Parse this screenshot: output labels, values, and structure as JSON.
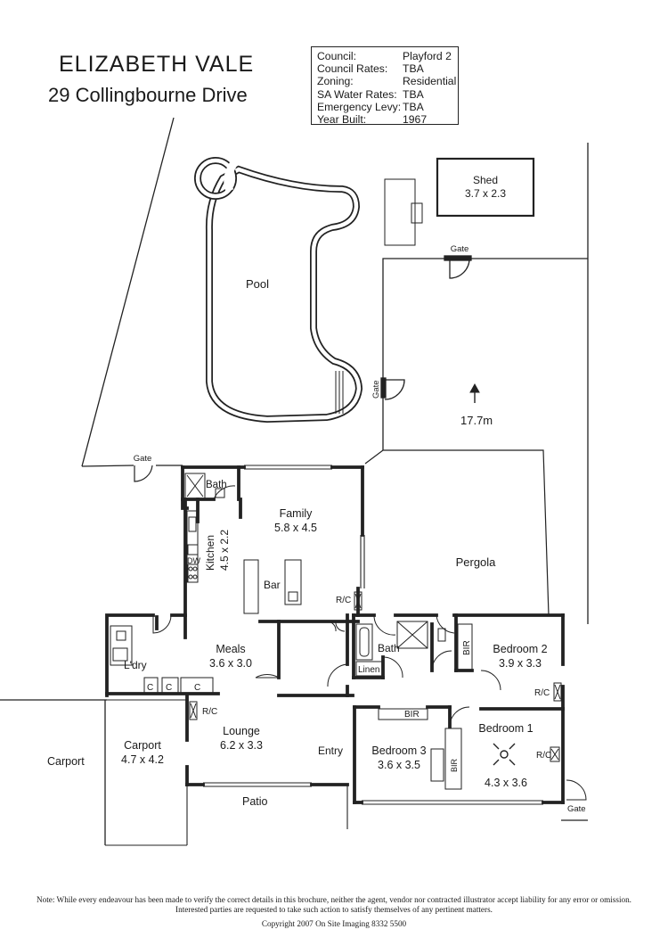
{
  "header": {
    "title": "ELIZABETH VALE",
    "address": "29 Collingbourne Drive"
  },
  "info": [
    {
      "label": "Council:",
      "value": "Playford 2"
    },
    {
      "label": "Council Rates:",
      "value": "TBA"
    },
    {
      "label": "Zoning:",
      "value": "Residential"
    },
    {
      "label": "SA Water Rates:",
      "value": "TBA"
    },
    {
      "label": "Emergency Levy:",
      "value": "TBA"
    },
    {
      "label": "Year Built:",
      "value": "1967"
    }
  ],
  "plan": {
    "shed": {
      "name": "Shed",
      "size": "3.7 x 2.3"
    },
    "pool": "Pool",
    "gate": "Gate",
    "yard_dimension": "17.7m",
    "bath": "Bath",
    "family": {
      "name": "Family",
      "size": "5.8 x 4.5"
    },
    "kitchen": {
      "name": "Kitchen",
      "size": "4.5 x 2.2"
    },
    "dw": "DW",
    "bar": "Bar",
    "rc": "R/C",
    "pergola": "Pergola",
    "linen": "Linen",
    "bir": "BIR",
    "bedroom2": {
      "name": "Bedroom 2",
      "size": "3.9 x 3.3"
    },
    "meals": {
      "name": "Meals",
      "size": "3.6 x 3.0"
    },
    "laundry": "L'dry",
    "cupboard": "C",
    "lounge": {
      "name": "Lounge",
      "size": "6.2 x 3.3"
    },
    "entry": "Entry",
    "bedroom3": {
      "name": "Bedroom 3",
      "size": "3.6 x 3.5"
    },
    "bedroom1": {
      "name": "Bedroom 1",
      "size": "4.3 x 3.6"
    },
    "carport_left": "Carport",
    "carport": {
      "name": "Carport",
      "size": "4.7 x 4.2"
    },
    "patio": "Patio"
  },
  "footer": {
    "line1": "Note:  While every endeavour has been made to verify the correct details in this brochure, neither the agent, vendor nor contracted illustrator accept liability for any error or omission.",
    "line2": "Interested parties are requested to take such action to satisfy themselves of any pertinent matters.",
    "copyright": "Copyright 2007 On Site Imaging 8332 5500"
  }
}
